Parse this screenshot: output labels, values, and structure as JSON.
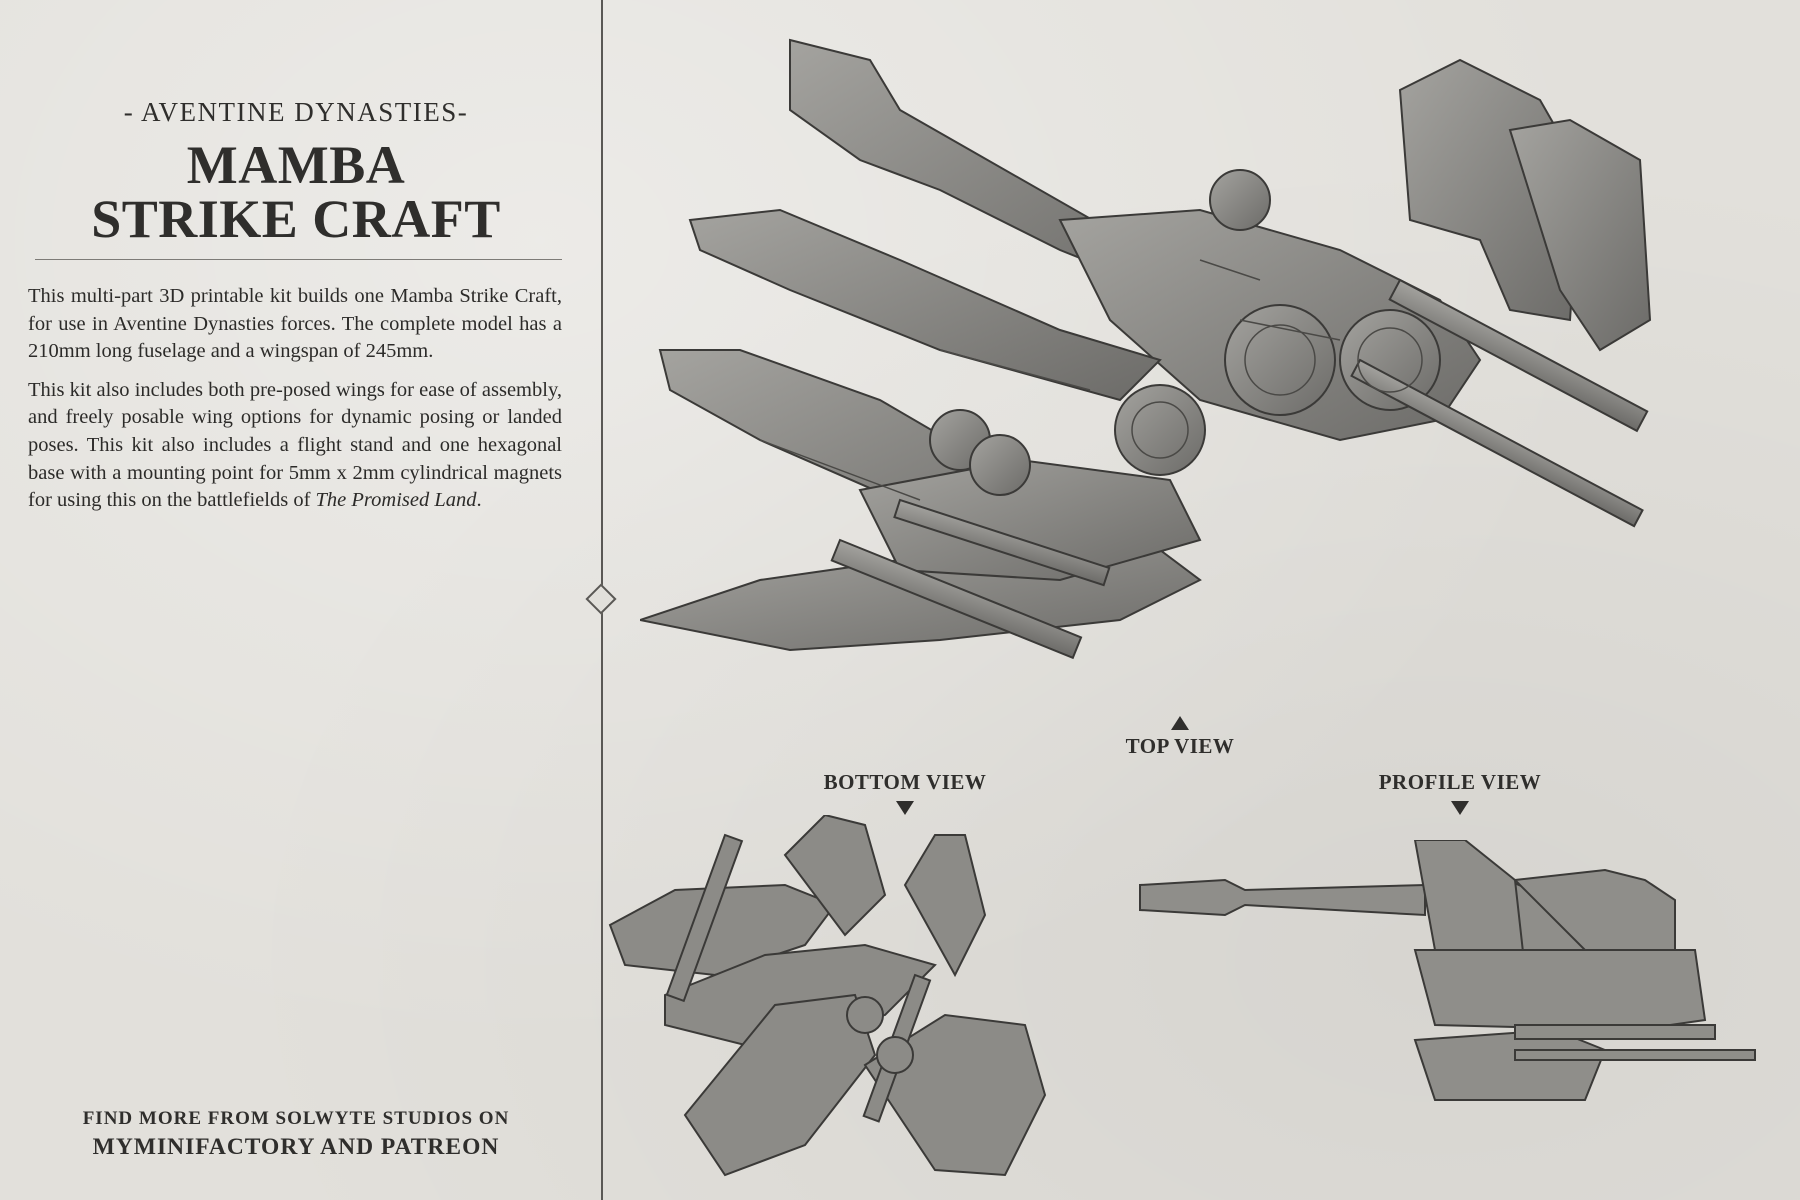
{
  "header": {
    "eyebrow": "- AVENTINE DYNASTIES-",
    "title_line1": "MAMBA",
    "title_line2": "STRIKE CRAFT"
  },
  "description": {
    "p1": "This multi-part 3D printable kit builds one Mamba Strike Craft, for use in Aventine Dynasties forces. The complete model has a 210mm long fuselage and a wingspan of 245mm.",
    "p2_main": "This kit also includes both pre-posed wings for ease of assembly, and freely posable wing options for dynamic posing or landed poses. This kit also includes a flight stand and one hexagonal base with a mounting point for 5mm x 2mm cylindrical magnets for using this on the battlefields of ",
    "p2_em": "The Promised Land",
    "p2_end": "."
  },
  "footer": {
    "line1": "FIND MORE FROM SOLWYTE STUDIOS ON",
    "line2": "MYMINIFACTORY AND PATREON"
  },
  "views": {
    "top": "TOP VIEW",
    "bottom": "BOTTOM VIEW",
    "profile": "PROFILE VIEW"
  },
  "colors": {
    "background": "#e2e0db",
    "text": "#2f2e2c",
    "model_gray": "#8a8986"
  }
}
